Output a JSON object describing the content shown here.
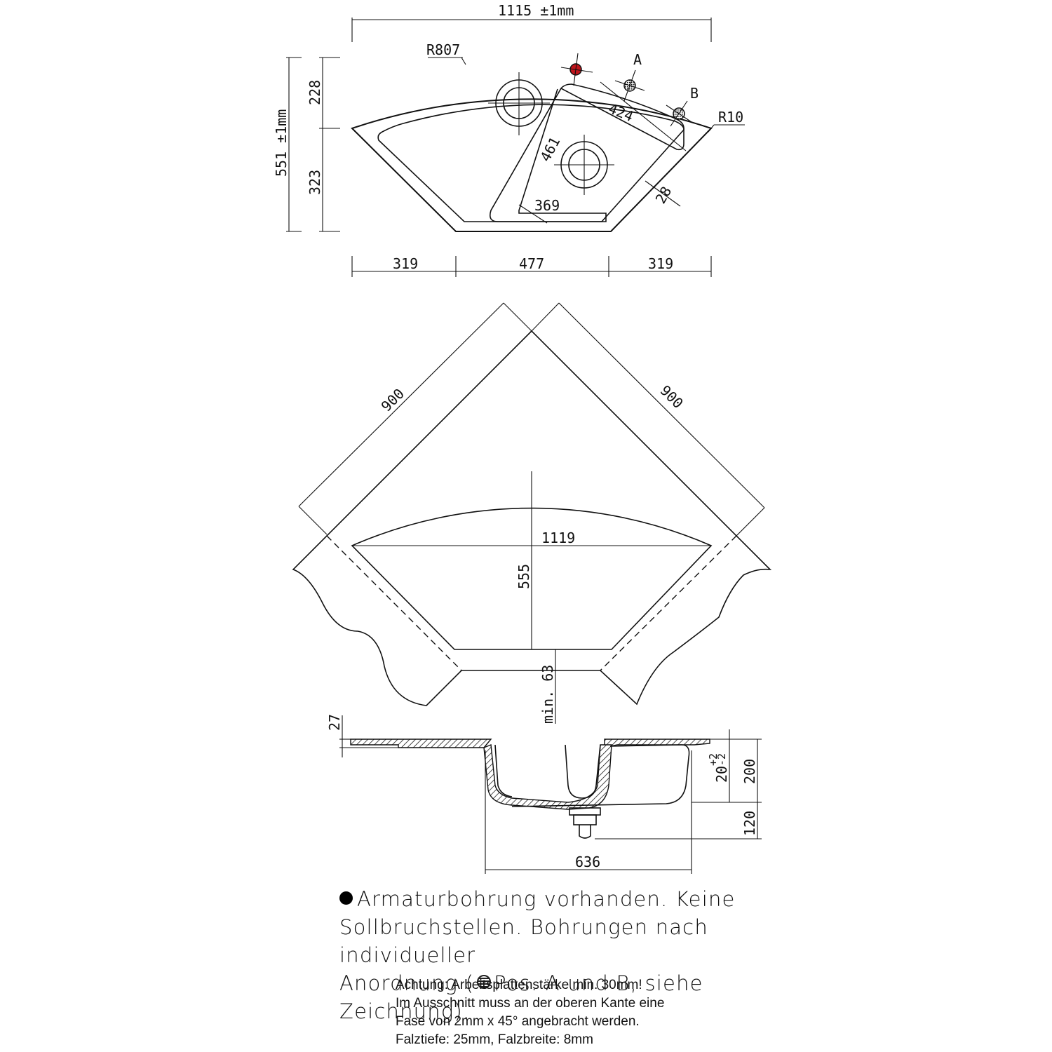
{
  "top_view": {
    "width_total": "1115 ±1mm",
    "depth_total": "551 ±1mm",
    "depth_upper": "228",
    "depth_lower": "323",
    "radius_outer": "R807",
    "radius_corner": "R10",
    "hole_a_label": "A",
    "hole_b_label": "B",
    "bowl_edge": "424",
    "bowl_diag": "461",
    "bowl_bottom": "369",
    "rim_width": "28",
    "seg_left": "319",
    "seg_mid": "477",
    "seg_right": "319"
  },
  "cutout_view": {
    "side_left": "900",
    "side_right": "900",
    "chord": "1119",
    "height": "555",
    "min_edge": "min. 63"
  },
  "section_view": {
    "rim_thickness": "27",
    "depth_top": "200",
    "depth_drain": "120",
    "overhang": "20",
    "overhang_plus": "+2",
    "overhang_minus": "-2",
    "width_bottom": "636"
  },
  "notes": {
    "main_line1": "Armaturbohrung vorhanden. Keine",
    "main_line2": "Sollbruchstellen. Bohrungen nach individueller",
    "main_line3_a": "Anordnung (",
    "main_line3_b": "Pos. A und B, siehe Zeichnung).",
    "warn_line1": "Achtung: Arbeitsplattenstärke min. 30mm!",
    "warn_line2": "Im Ausschnitt muss an der oberen Kante eine",
    "warn_line3": "Fase von 2mm x 45° angebracht werden.",
    "warn_line4": "Falztiefe: 25mm, Falzbreite: 8mm"
  },
  "colors": {
    "line": "#111111",
    "tap_hole": "#c0141b"
  },
  "icons": {
    "existing_hole": "filled-circle-icon",
    "optional_hole": "hatched-circle-icon"
  }
}
